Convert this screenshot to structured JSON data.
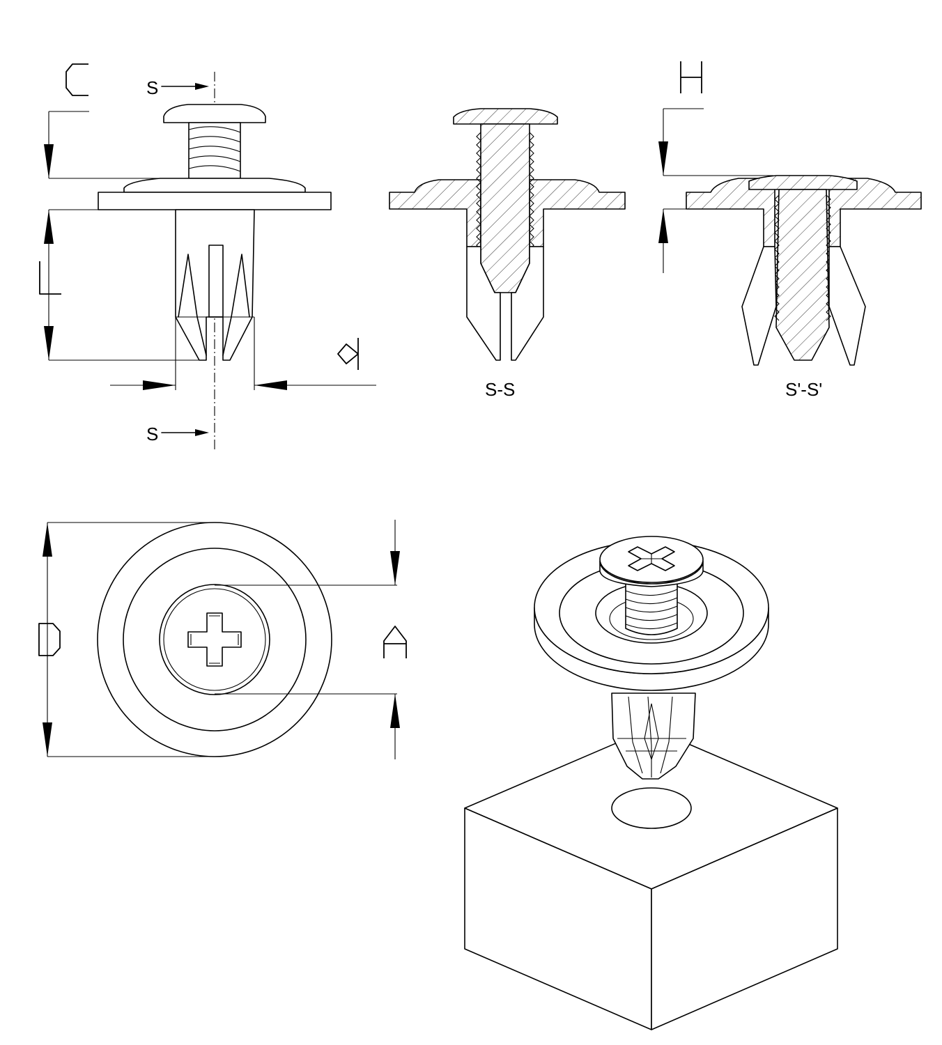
{
  "dimension_labels": {
    "C": "C",
    "L": "L",
    "d": "d",
    "H": "H",
    "D": "D",
    "A": "A"
  },
  "section_marks": {
    "top": "S",
    "bottom": "S"
  },
  "section_titles": {
    "first": "S-S",
    "second": "S'-S'"
  }
}
